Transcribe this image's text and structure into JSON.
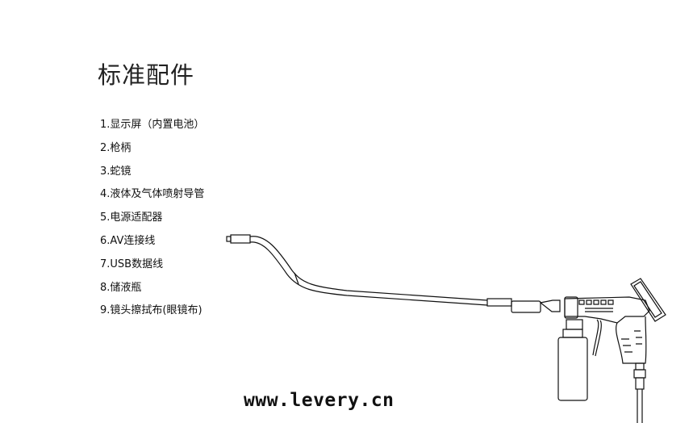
{
  "title": "标准配件",
  "items": [
    "1.显示屏（内置电池）",
    "2.枪柄",
    "3.蛇镜",
    "4.液体及气体喷射导管",
    "5.电源适配器",
    "6.AV连接线",
    "7.USB数据线",
    "8.储液瓶",
    "9.镜头擦拭布(眼镜布)"
  ],
  "footer": "www.levery.cn"
}
